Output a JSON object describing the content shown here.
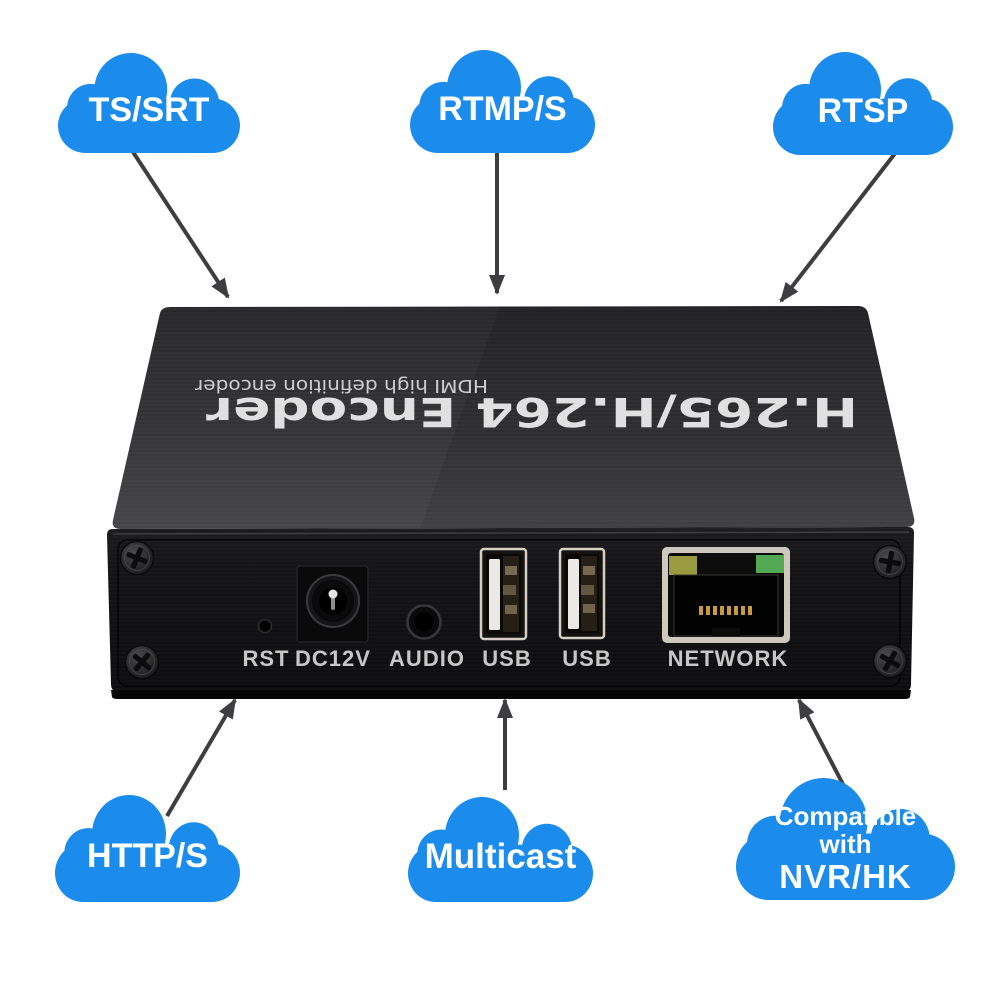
{
  "clouds": {
    "ts_srt": "TS/SRT",
    "rtmp_s": "RTMP/S",
    "rtsp": "RTSP",
    "http_s": "HTTP/S",
    "multicast": "Multicast",
    "nvr_line1": "Compatible",
    "nvr_line2": "with",
    "nvr_line3": "NVR/HK"
  },
  "device": {
    "title": "H.265/H.264 Encoder",
    "subtitle": "HDMI high definition encoder",
    "labels": {
      "reset": "RST",
      "power": "DC12V",
      "audio": "AUDIO",
      "usb1": "USB",
      "usb2": "USB",
      "network": "NETWORK"
    }
  },
  "colors": {
    "cloud_blue": "#1b8ceb",
    "arrow_gray": "#3e3e41",
    "label_silver": "#c7c7c7",
    "led_yellow": "#9a9a40",
    "led_green": "#53a853",
    "device_top": "#39393c",
    "device_front": "#141416"
  }
}
